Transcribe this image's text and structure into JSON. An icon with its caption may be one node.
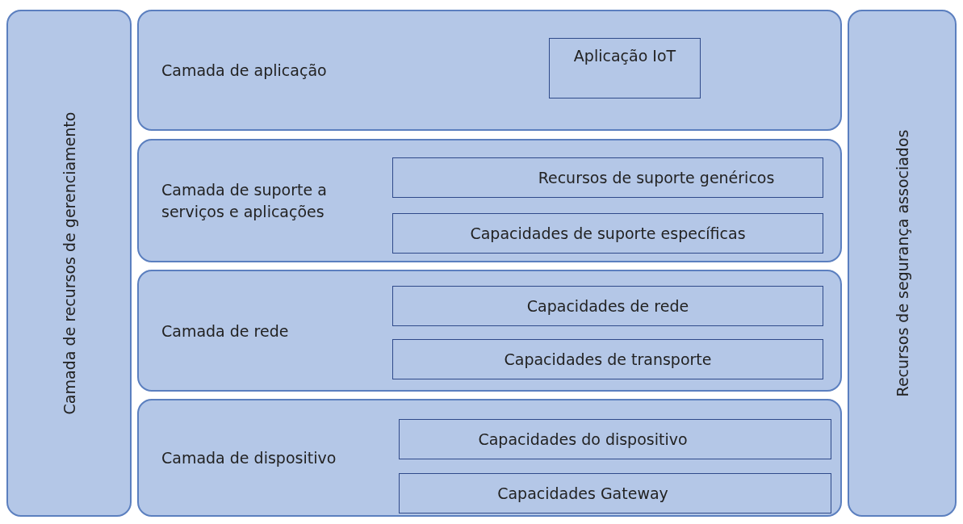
{
  "diagram": {
    "nodes": [
      {
        "text": [
          "Camada de recursos de gerenciamento"
        ]
      },
      {
        "text": [
          "Camada de aplicação"
        ]
      },
      {
        "text": [
          "Aplicação IoT"
        ],
        "in": 1
      },
      {
        "text": [
          "Camada de suporte a serviços e aplicações"
        ]
      },
      {
        "text": [
          "Recursos de suporte genéricos"
        ],
        "in": 3
      },
      {
        "text": [
          "Capacidades de suporte específicas"
        ],
        "in": 3
      },
      {
        "text": [
          "Camada de rede"
        ]
      },
      {
        "text": [
          "Capacidades de rede"
        ],
        "in": 6
      },
      {
        "text": [
          "Capacidades de transporte"
        ],
        "in": 6
      },
      {
        "text": [
          "Camada de dispositivo"
        ]
      },
      {
        "text": [
          "Capacidades do dispositivo"
        ],
        "in": 9
      },
      {
        "text": [
          "Capacidades Gateway"
        ],
        "in": 9
      },
      {
        "text": [
          "Recursos de segurança associados"
        ]
      }
    ]
  }
}
